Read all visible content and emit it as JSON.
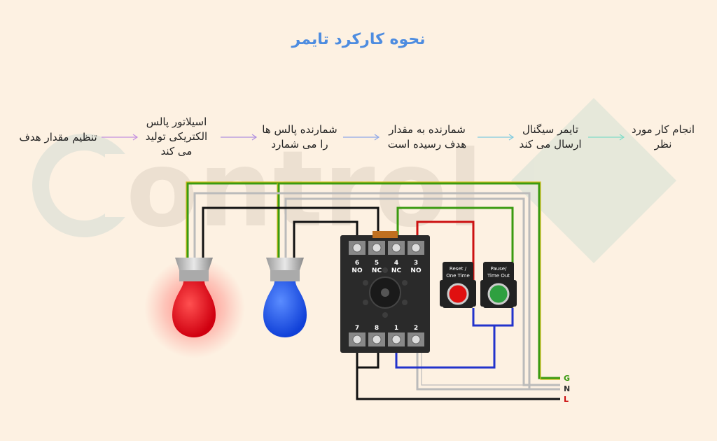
{
  "title": "نحوه کارکرد تایمر",
  "watermark": "ontrol",
  "steps": [
    "تنظیم مقدار هدف",
    "اسیلاتور پالس الکتریکی تولید می کند",
    "شمارنده پالس ها را می شمارد",
    "شمارنده به مقدار هدف رسیده است",
    "تایمر سیگنال ارسال می کند",
    "انجام کار مورد نظر"
  ],
  "relay": {
    "top_pins": [
      {
        "num": "6",
        "label": "NO"
      },
      {
        "num": "5",
        "label": "NC"
      },
      {
        "num": "4",
        "label": "NC"
      },
      {
        "num": "3",
        "label": "NO"
      }
    ],
    "bottom_pins": [
      "7",
      "8",
      "1",
      "2"
    ]
  },
  "buttons": {
    "reset_line1": "Reset /",
    "reset_line2": "One Time",
    "pause_line1": "Pause/",
    "pause_line2": "Time Out"
  },
  "power": {
    "g": "G",
    "n": "N",
    "l": "L"
  },
  "colors": {
    "title": "#4d8ce0",
    "ground": "#3a9a10",
    "neutral": "#bbbbbb",
    "live": "#111111",
    "blue_wire": "#2233cc",
    "red_wire": "#cc1111",
    "lamp_red": "#e8101c",
    "lamp_blue": "#1e5ae8"
  }
}
